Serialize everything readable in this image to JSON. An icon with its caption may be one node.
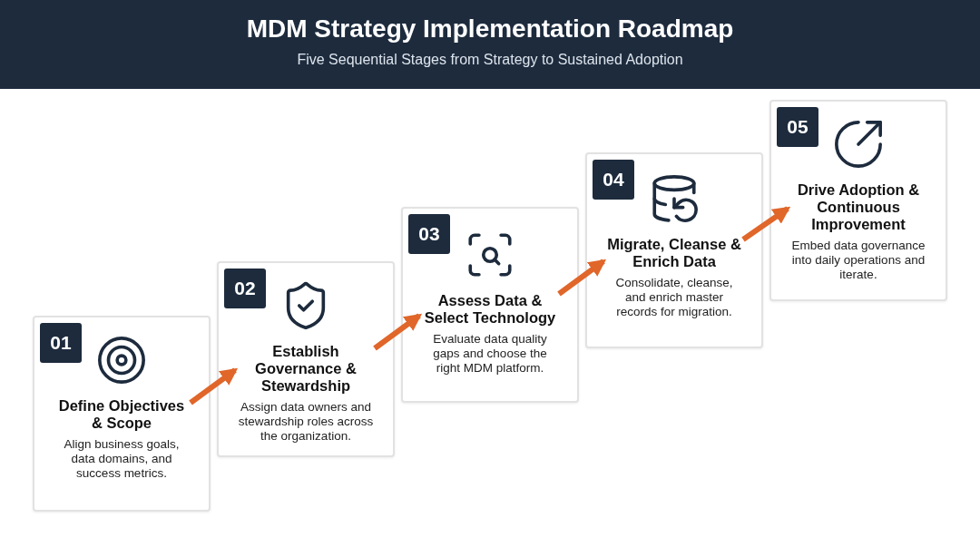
{
  "diagram": {
    "title": "MDM Strategy Implementation Roadmap",
    "caption": "Five Sequential Stages from Strategy to Sustained Adoption",
    "nodes": [
      {
        "text": [
          "01",
          "Define Objectives & Scope",
          "Align business goals, data domains, and success metrics."
        ]
      },
      {
        "text": [
          "02",
          "Establish Governance & Stewardship",
          "Assign data owners and stewardship roles across the organization."
        ]
      },
      {
        "text": [
          "03",
          "Assess Data & Select Technology",
          "Evaluate data quality gaps and choose the right MDM platform."
        ]
      },
      {
        "text": [
          "04",
          "Migrate, Cleanse & Enrich Data",
          "Consolidate, cleanse, and enrich master records for migration."
        ]
      },
      {
        "text": [
          "05",
          "Drive Adoption & Continuous Improvement",
          "Embed data governance into daily operations and iterate."
        ]
      }
    ],
    "edges": [
      {
        "from": 0,
        "to": 1,
        "arrow": "to"
      },
      {
        "from": 1,
        "to": 2,
        "arrow": "to"
      },
      {
        "from": 2,
        "to": 3,
        "arrow": "to"
      },
      {
        "from": 3,
        "to": 4,
        "arrow": "to"
      }
    ]
  }
}
